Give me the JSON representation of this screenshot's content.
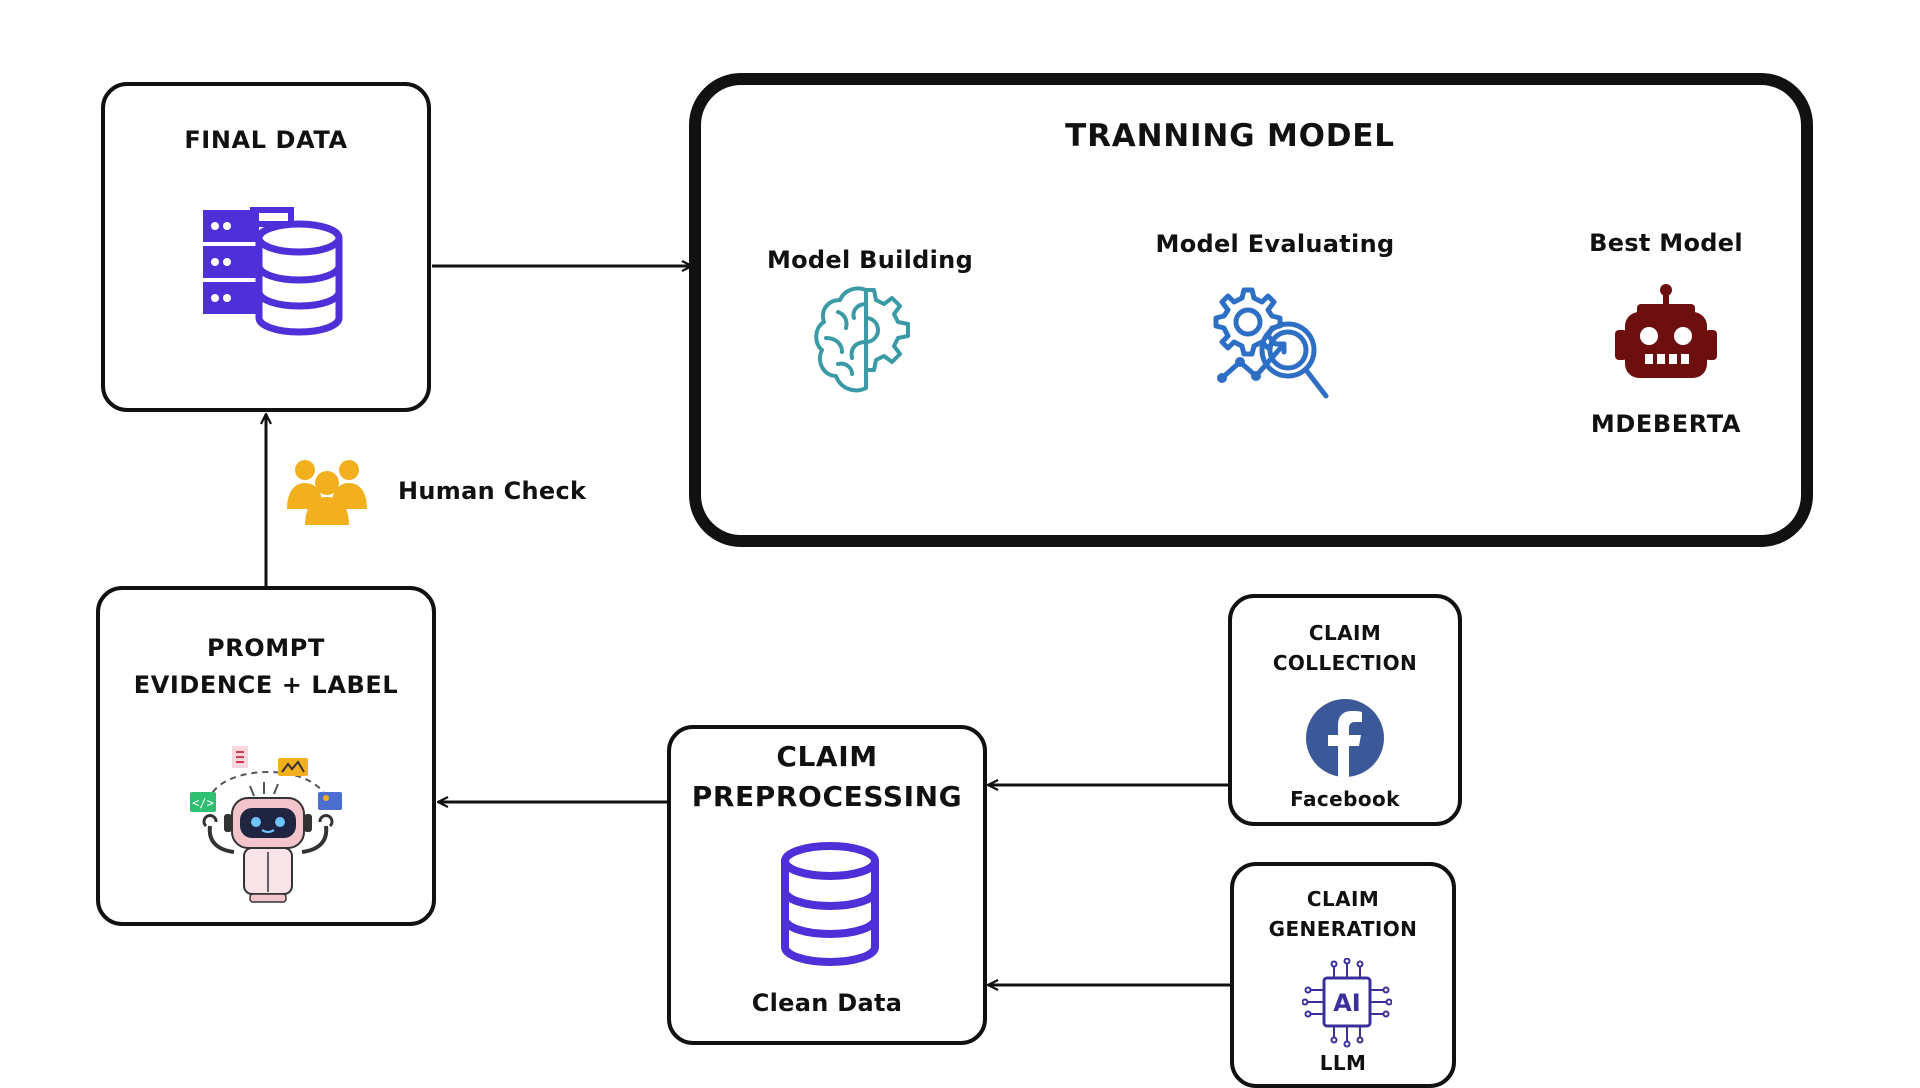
{
  "final_data": {
    "title": "FINAL DATA"
  },
  "training": {
    "title": "TRANNING MODEL",
    "model_building": "Model Building",
    "model_evaluating": "Model Evaluating",
    "best_model": "Best Model",
    "best_model_name": "MDEBERTA"
  },
  "human_check": {
    "label": "Human Check"
  },
  "prompt": {
    "line1": "PROMPT",
    "line2": "EVIDENCE + LABEL"
  },
  "preprocessing": {
    "line1": "CLAIM",
    "line2": "PREPROCESSING",
    "caption": "Clean Data"
  },
  "collection": {
    "line1": "CLAIM",
    "line2": "COLLECTION",
    "caption": "Facebook"
  },
  "generation": {
    "line1": "CLAIM",
    "line2": "GENERATION",
    "caption": "LLM",
    "chip_text": "AI"
  },
  "icons": [
    "database-server-icon",
    "brain-gear-icon",
    "gear-analytics-icon",
    "robot-head-icon",
    "people-group-icon",
    "robot-assistant-icon",
    "database-icon",
    "facebook-icon",
    "ai-chip-icon"
  ],
  "colors": {
    "purple": "#4f2fd8",
    "teal": "#3a9aa5",
    "blue": "#2e6fc6",
    "maroon": "#6e0f0f",
    "gold": "#f2b01e",
    "facebook": "#3b5998"
  }
}
